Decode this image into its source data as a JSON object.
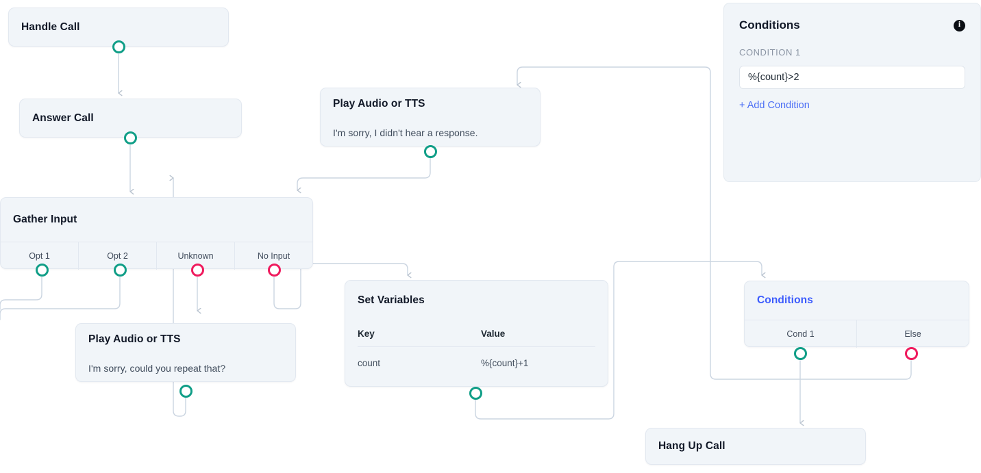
{
  "canvas": {
    "colors": {
      "node_bg": "#f1f5f9",
      "node_border": "#e2e8f0",
      "edge": "#cbd5e1",
      "port_success": "#109e87",
      "port_error": "#ef1a5d",
      "accent_link": "#4b6ef5",
      "selected_title": "#3b5bfd"
    }
  },
  "nodes": {
    "handle_call": {
      "title": "Handle Call",
      "ports": [
        {
          "label": "",
          "type": "success"
        }
      ]
    },
    "answer_call": {
      "title": "Answer Call",
      "ports": [
        {
          "label": "",
          "type": "success"
        }
      ]
    },
    "gather_input": {
      "title": "Gather Input",
      "ports": [
        {
          "label": "Opt 1",
          "type": "success"
        },
        {
          "label": "Opt 2",
          "type": "success"
        },
        {
          "label": "Unknown",
          "type": "error"
        },
        {
          "label": "No Input",
          "type": "error"
        }
      ]
    },
    "play_audio_no_response": {
      "title": "Play Audio or TTS",
      "subtitle": "I'm sorry, I didn't hear a response.",
      "ports": [
        {
          "label": "",
          "type": "success"
        }
      ]
    },
    "play_audio_repeat": {
      "title": "Play Audio or TTS",
      "subtitle": "I'm sorry, could you repeat that?",
      "ports": [
        {
          "label": "",
          "type": "success"
        }
      ]
    },
    "set_variables": {
      "title": "Set Variables",
      "table": {
        "headers": [
          "Key",
          "Value"
        ],
        "rows": [
          [
            "count",
            "%{count}+1"
          ]
        ]
      },
      "ports": [
        {
          "label": "",
          "type": "success"
        }
      ]
    },
    "conditions_node": {
      "title": "Conditions",
      "selected": true,
      "ports": [
        {
          "label": "Cond 1",
          "type": "success"
        },
        {
          "label": "Else",
          "type": "error"
        }
      ]
    },
    "hang_up_call": {
      "title": "Hang Up Call",
      "ports": []
    }
  },
  "conditions_panel": {
    "title": "Conditions",
    "info_icon": "info-icon",
    "condition_label": "CONDITION 1",
    "condition_value": "%{count}>2",
    "add_condition_label": "+ Add Condition"
  }
}
